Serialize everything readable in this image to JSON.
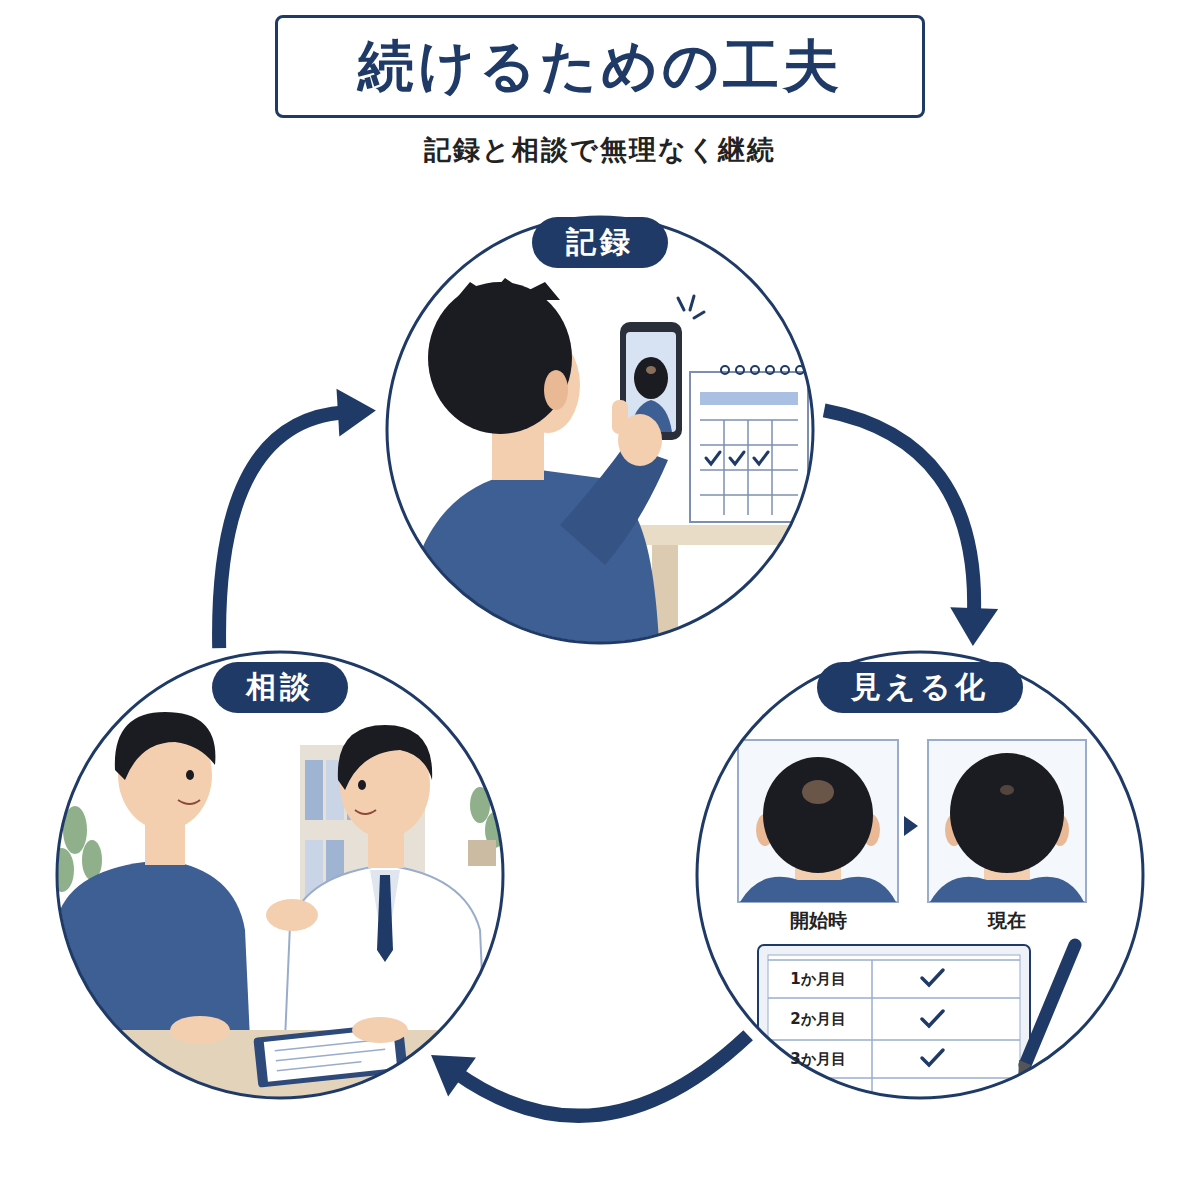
{
  "diagram": {
    "title": "続けるための工夫",
    "caption": "記録と相談で無理なく継続",
    "nodes": [
      {
        "text": [
          "記録"
        ]
      },
      {
        "text": [
          "見える化"
        ]
      },
      {
        "text": [
          "相談"
        ]
      }
    ],
    "edges": [
      {
        "from": 0,
        "to": 1,
        "arrow": "to"
      },
      {
        "from": 1,
        "to": 2,
        "arrow": "to"
      },
      {
        "from": 2,
        "to": 0,
        "arrow": "to"
      }
    ],
    "labels": [
      "開始時",
      "現在",
      "1か月目",
      "2か月目",
      "3か月目"
    ]
  }
}
